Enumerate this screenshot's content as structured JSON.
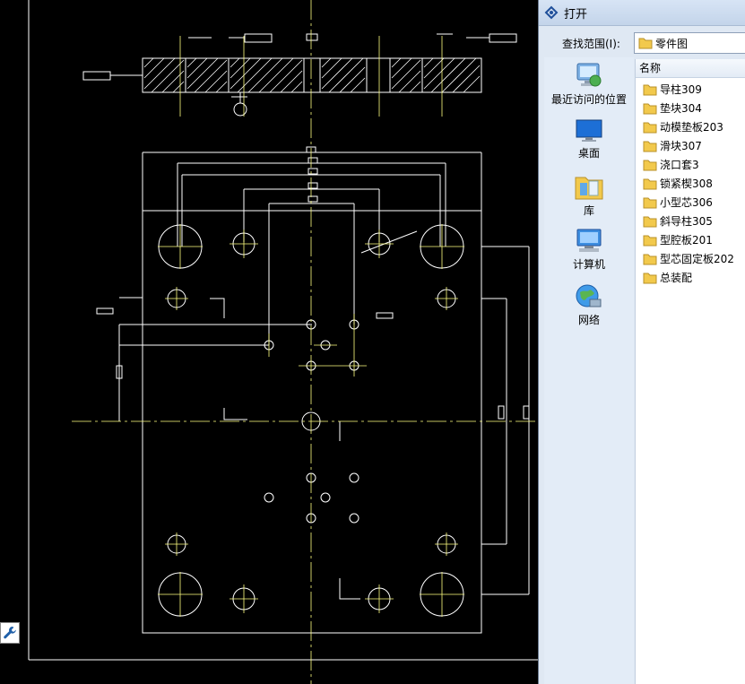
{
  "dialog": {
    "title": "打开",
    "look_in_label": "查找范围(I):",
    "look_in_value": "零件图",
    "column_name": "名称",
    "places": [
      {
        "label": "最近访问的位置",
        "icon": "recent-places-icon"
      },
      {
        "label": "桌面",
        "icon": "desktop-icon"
      },
      {
        "label": "库",
        "icon": "libraries-icon"
      },
      {
        "label": "计算机",
        "icon": "computer-icon"
      },
      {
        "label": "网络",
        "icon": "network-icon"
      }
    ],
    "files": [
      "导柱309",
      "垫块304",
      "动模垫板203",
      "滑块307",
      "浇口套3",
      "锁紧楔308",
      "小型芯306",
      "斜导柱305",
      "型腔板201",
      "型芯固定板202",
      "总装配"
    ]
  },
  "colors": {
    "cad_background": "#000000",
    "cad_line": "#ffffff",
    "center_line": "#ffff80",
    "dialog_bg": "#dfe8f3",
    "folder": "#f2c94c"
  },
  "cad": {
    "tool_icon": "wrench-icon"
  }
}
